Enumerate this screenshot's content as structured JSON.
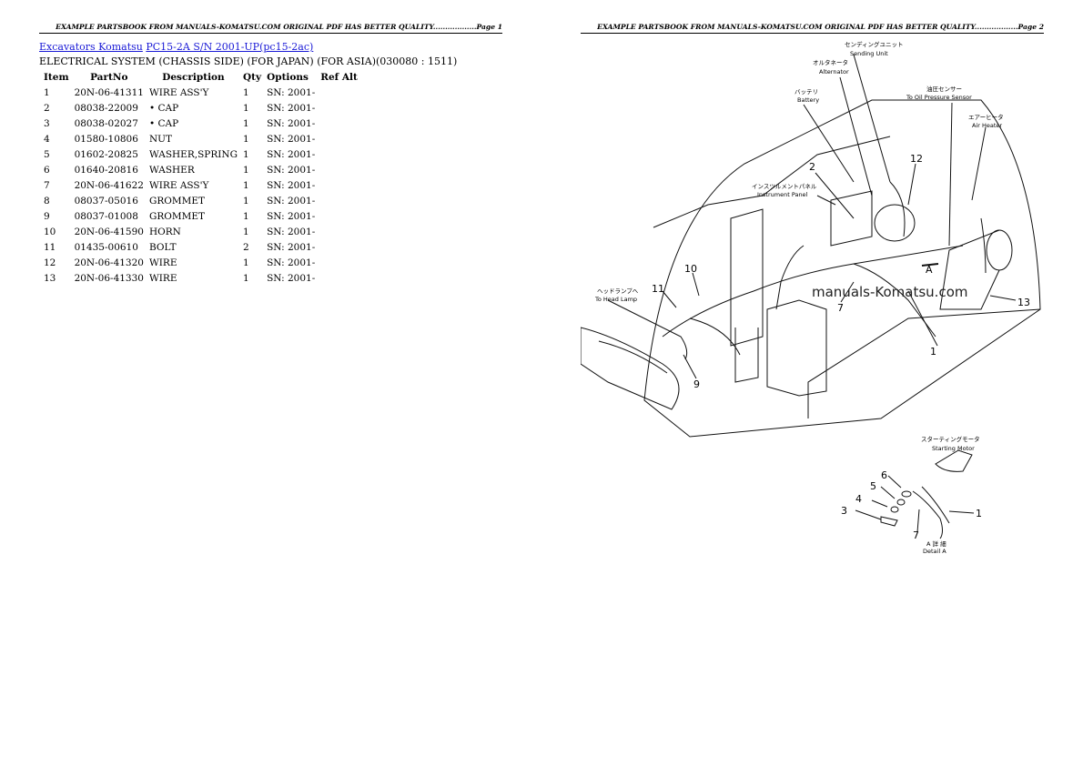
{
  "header": {
    "page1": "EXAMPLE PARTSBOOK FROM MANUALS-KOMATSU.COM ORIGINAL PDF HAS BETTER QUALITY..................Page 1",
    "page2": "EXAMPLE PARTSBOOK FROM MANUALS-KOMATSU.COM ORIGINAL PDF HAS BETTER QUALITY..................Page 2"
  },
  "breadcrumb": {
    "link1": "Excavators Komatsu",
    "link2": "PC15-2A S/N 2001-UP(pc15-2ac)"
  },
  "section_title": "ELECTRICAL SYSTEM (CHASSIS SIDE) (FOR JAPAN) (FOR ASIA)(030080 : 1511)",
  "table": {
    "columns": [
      "Item",
      "PartNo",
      "Description",
      "Qty",
      "Options",
      "Ref Alt"
    ],
    "rows": [
      [
        "1",
        "20N-06-41311",
        "WIRE ASS'Y",
        "1",
        "SN: 2001-",
        ""
      ],
      [
        "2",
        "08038-22009",
        "• CAP",
        "1",
        "SN: 2001-",
        ""
      ],
      [
        "3",
        "08038-02027",
        "• CAP",
        "1",
        "SN: 2001-",
        ""
      ],
      [
        "4",
        "01580-10806",
        "NUT",
        "1",
        "SN: 2001-",
        ""
      ],
      [
        "5",
        "01602-20825",
        "WASHER,SPRING",
        "1",
        "SN: 2001-",
        ""
      ],
      [
        "6",
        "01640-20816",
        "WASHER",
        "1",
        "SN: 2001-",
        ""
      ],
      [
        "7",
        "20N-06-41622",
        "WIRE ASS'Y",
        "1",
        "SN: 2001-",
        ""
      ],
      [
        "8",
        "08037-05016",
        "GROMMET",
        "1",
        "SN: 2001-",
        ""
      ],
      [
        "9",
        "08037-01008",
        "GROMMET",
        "1",
        "SN: 2001-",
        ""
      ],
      [
        "10",
        "20N-06-41590",
        "HORN",
        "1",
        "SN: 2001-",
        ""
      ],
      [
        "11",
        "01435-00610",
        "BOLT",
        "2",
        "SN: 2001-",
        ""
      ],
      [
        "12",
        "20N-06-41320",
        "WIRE",
        "1",
        "SN: 2001-",
        ""
      ],
      [
        "13",
        "20N-06-41330",
        "WIRE",
        "1",
        "SN: 2001-",
        ""
      ]
    ]
  },
  "diagram": {
    "labels": {
      "sending_unit_jp": "センディングユニット",
      "sending_unit": "Sending Unit",
      "alternator_jp": "オルタネータ",
      "alternator": "Alternator",
      "battery_jp": "バッテリ",
      "battery": "Battery",
      "oil_sensor_jp": "油圧センサー",
      "oil_sensor": "To Oil Pressure Sensor",
      "air_heater_jp": "エアーヒータ",
      "air_heater": "Air Heater",
      "instrument_panel_jp": "インスツルメントパネル",
      "instrument_panel": "Instrument Panel",
      "head_lamp_jp": "ヘッドランプへ",
      "head_lamp": "To Head Lamp",
      "starting_motor_jp": "スターティングモータ",
      "starting_motor": "Starting Motor",
      "detail_jp": "A 詳 細",
      "detail": "Detail A",
      "view_a": "A"
    },
    "callouts": [
      "1",
      "2",
      "3",
      "4",
      "5",
      "6",
      "7",
      "9",
      "10",
      "11",
      "12",
      "13"
    ],
    "watermark": "manuals-Komatsu.com"
  }
}
